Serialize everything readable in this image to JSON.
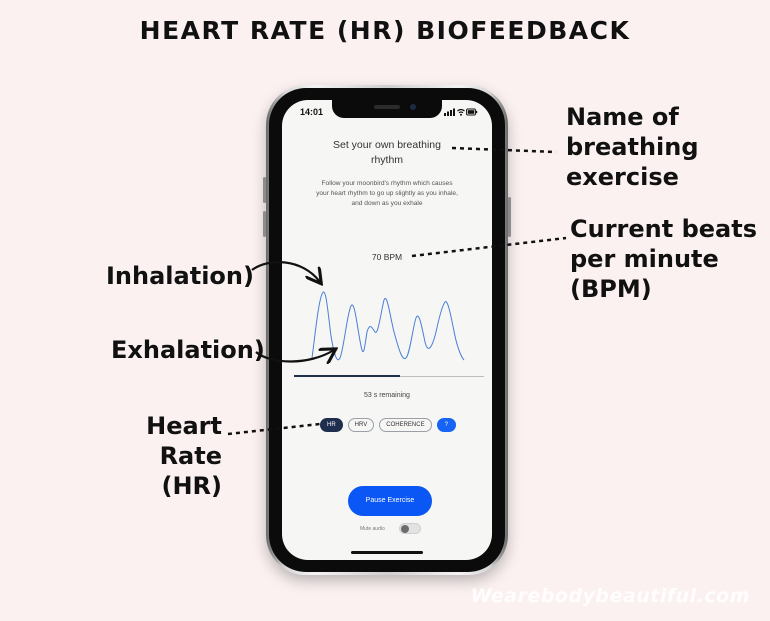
{
  "title": "HEART RATE (HR) BIOFEEDBACK",
  "callouts": {
    "exercise_name": [
      "Name of",
      "breathing",
      "exercise"
    ],
    "bpm": [
      "Current beats",
      "per minute",
      "(BPM)"
    ],
    "inhalation": "Inhalation)",
    "exhalation": "Exhalation)",
    "heart_rate": [
      "Heart Rate",
      "(HR)"
    ]
  },
  "phone": {
    "status_time": "14:01",
    "screen_title": [
      "Set your own breathing",
      "rhythm"
    ],
    "description": [
      "Follow your moonbird's rhythm which causes",
      "your heart rhythm to go up slightly as you inhale,",
      "and down as you exhale"
    ],
    "bpm_label": "70 BPM",
    "progress": 0.56,
    "remaining": "53 s remaining",
    "tabs": [
      {
        "label": "HR",
        "active": true
      },
      {
        "label": "HRV",
        "active": false
      },
      {
        "label": "COHERENCE",
        "active": false
      },
      {
        "label": "?",
        "active": false
      }
    ],
    "pause_button": "Pause Exercise",
    "mute_label": "Mute audio",
    "mute_on": false
  },
  "colors": {
    "background": "#fbf1f1",
    "accent": "#0a57f5",
    "active_tab": "#1f2d4f",
    "wave": "#4a7fd8"
  },
  "watermark": "Wearebodybeautiful.com"
}
